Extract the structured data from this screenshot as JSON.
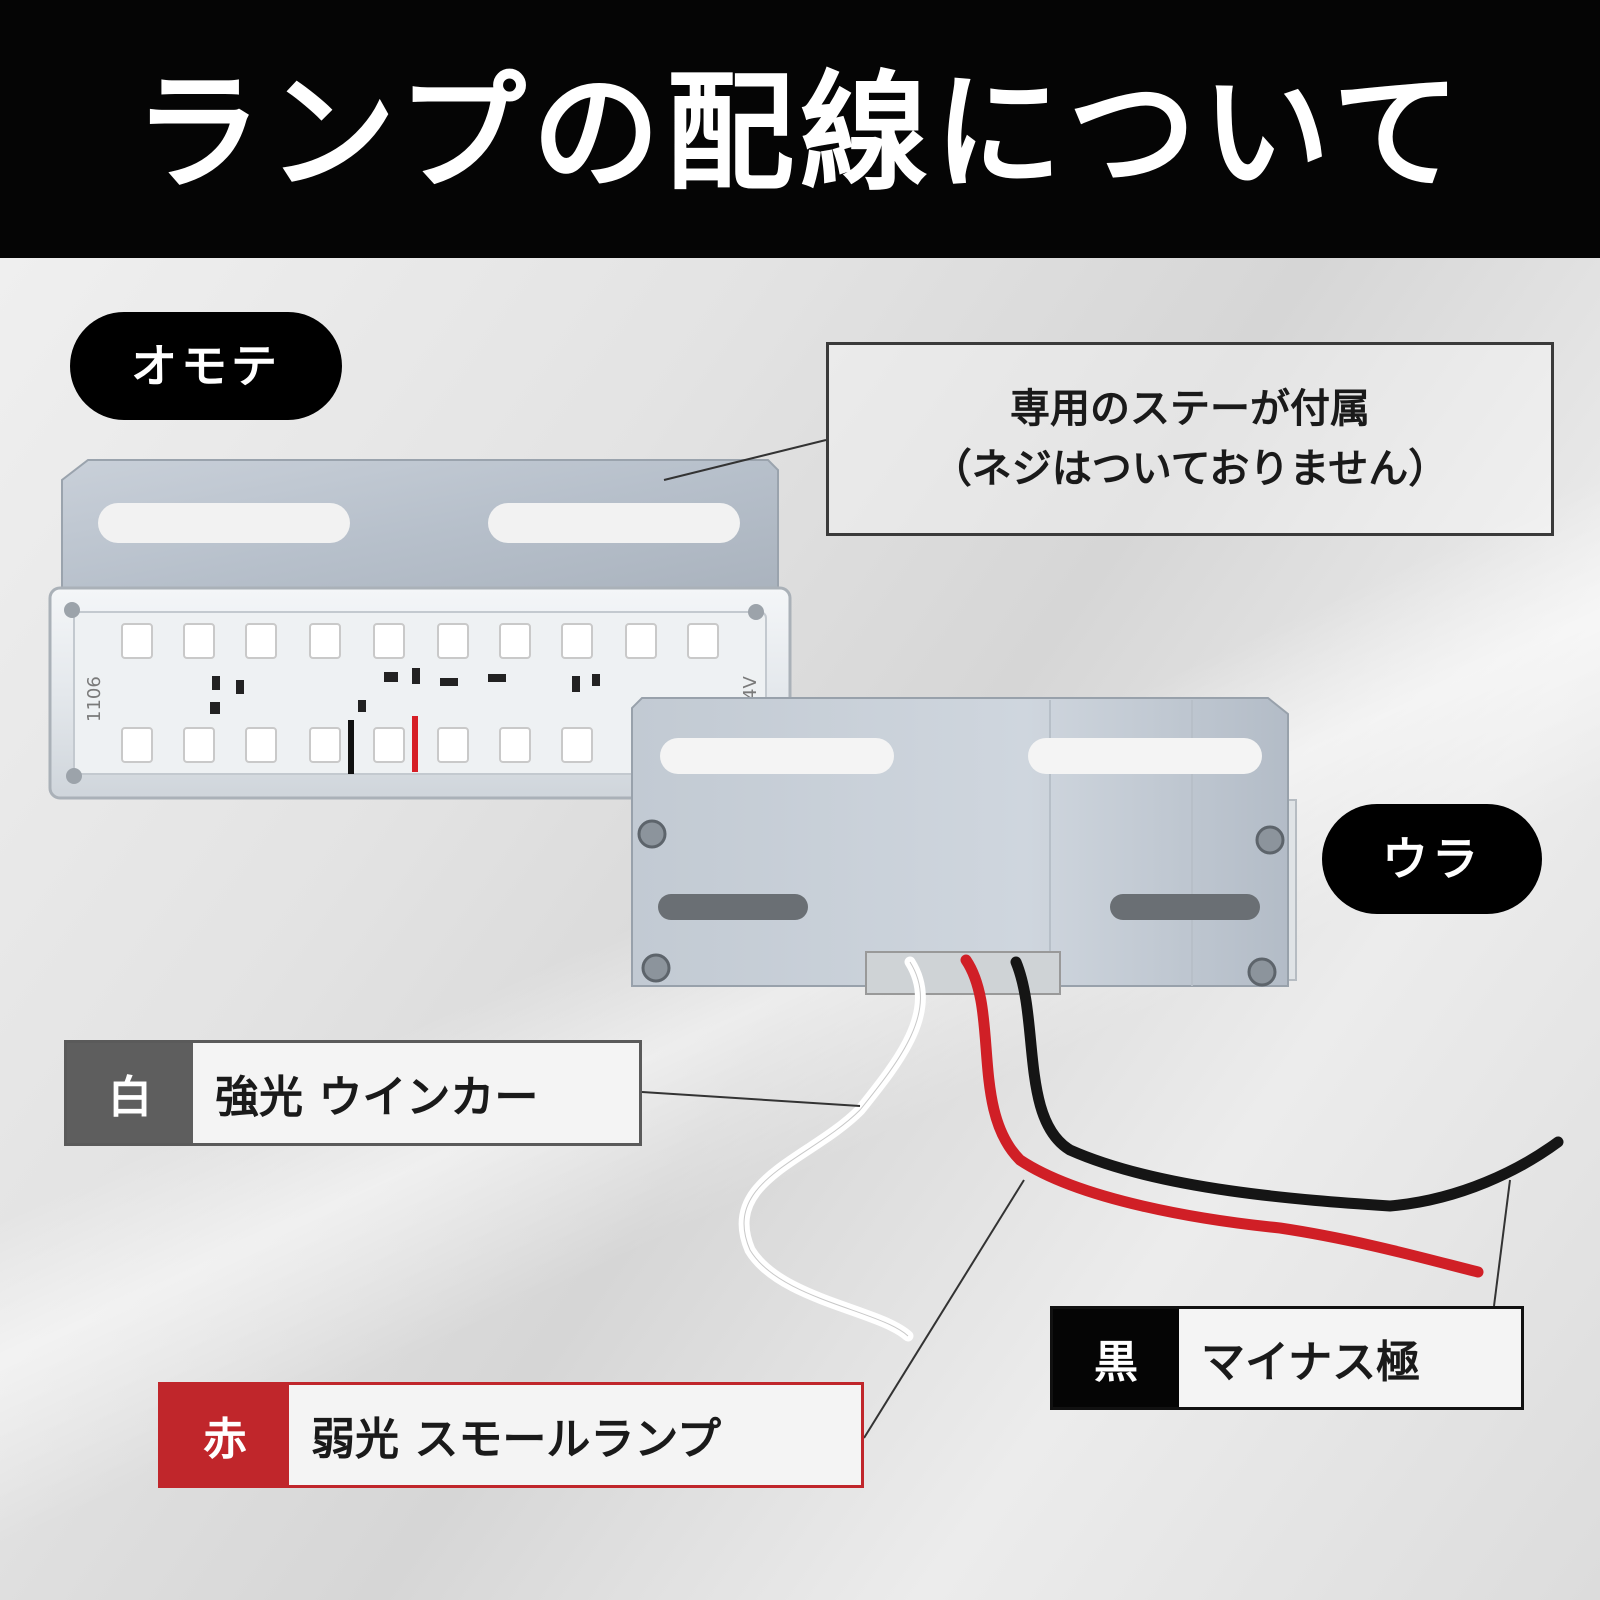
{
  "header": {
    "title": "ランプの配線について"
  },
  "tags": {
    "front": "オモテ",
    "back": "ウラ"
  },
  "callout": {
    "line1": "専用のステーが付属",
    "line2": "（ネジはついておりません）"
  },
  "wires": {
    "white": {
      "color_name": "白",
      "description": "強光 ウインカー"
    },
    "red": {
      "color_name": "赤",
      "description": "弱光 スモールランプ"
    },
    "black": {
      "color_name": "黒",
      "description": "マイナス極"
    }
  },
  "lamp": {
    "board_marking": "1106",
    "voltage_marking": "4V"
  },
  "colors": {
    "header_bg": "#050505",
    "red_accent": "#c0262b",
    "white_key": "#5e5e5e",
    "black_key": "#050505"
  }
}
